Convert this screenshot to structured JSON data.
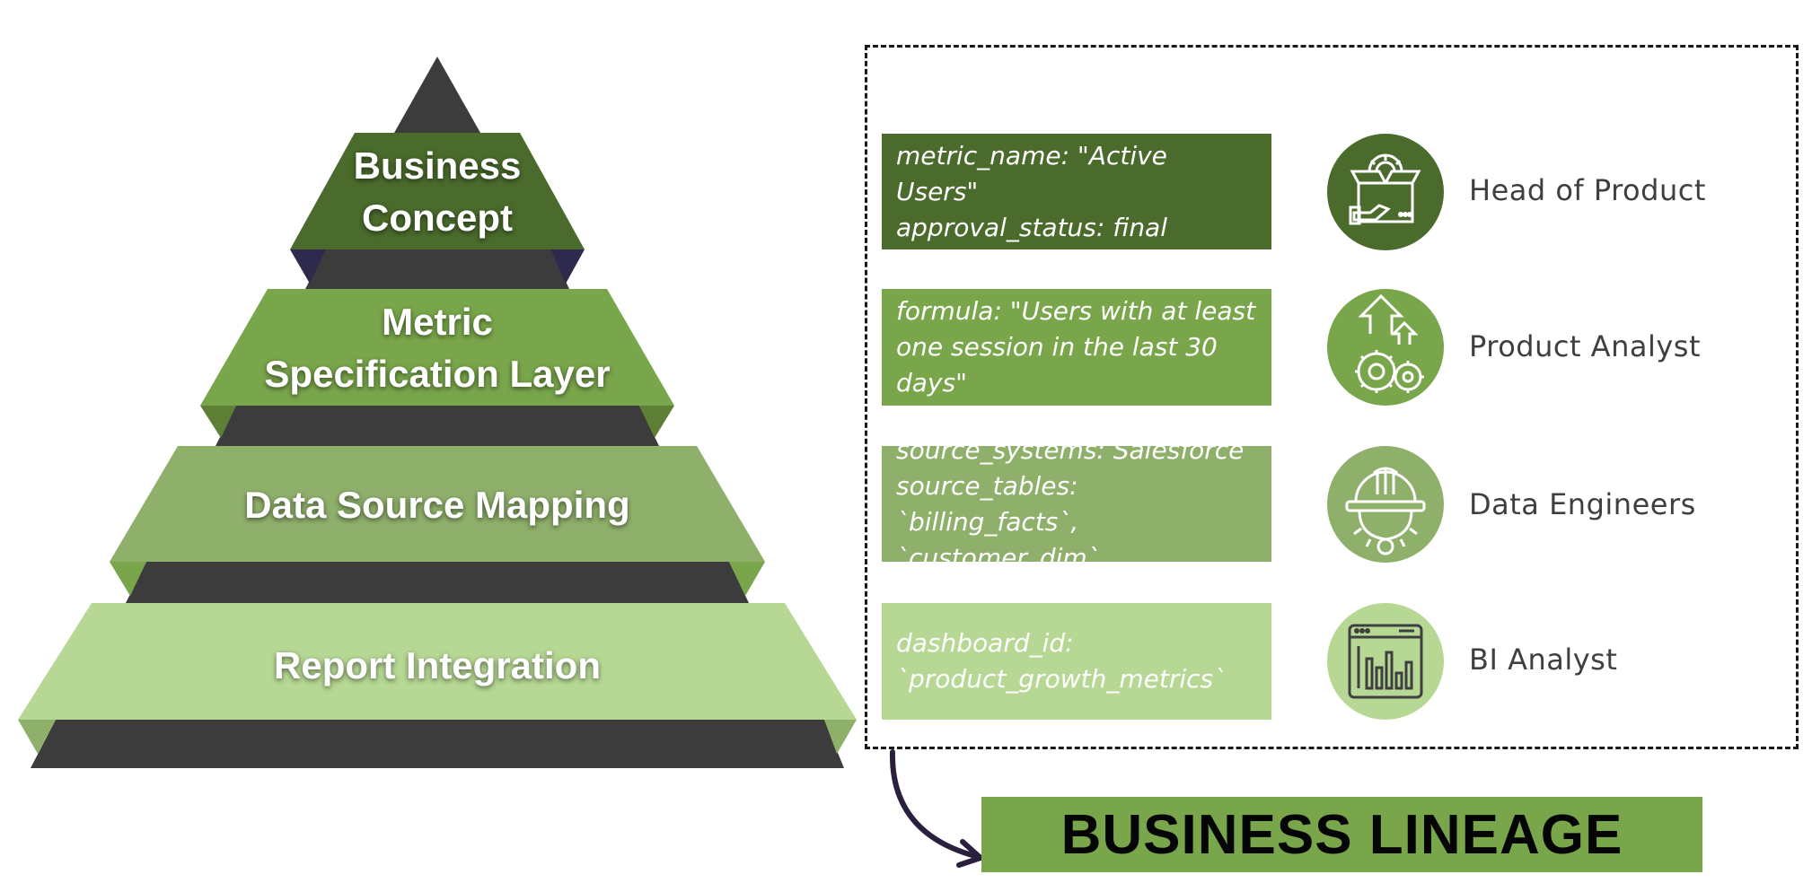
{
  "pyramid": {
    "layers": [
      {
        "label": "Business\nConcept",
        "color": "#4a6b2c"
      },
      {
        "label": "Metric\nSpecification Layer",
        "color": "#79a64b"
      },
      {
        "label": "Data Source Mapping",
        "color": "#8fb06b"
      },
      {
        "label": "Report Integration",
        "color": "#b6d894"
      }
    ],
    "apex_color": "#3c3c3c",
    "shadow_color": "#3c3c3c"
  },
  "lineage": {
    "rows": [
      {
        "spec": "metric_name: \"Active Users\"\n approval_status: final",
        "role": "Head of Product",
        "icon": "product-box-icon",
        "color": "#4a6b2c"
      },
      {
        "spec": "formula: \"Users with at least one session in the last 30 days\"",
        "role": "Product Analyst",
        "icon": "growth-gears-icon",
        "color": "#79a64b"
      },
      {
        "spec": "source_systems: Salesforce source_tables: `billing_facts`, `customer_dim`",
        "role": "Data Engineers",
        "icon": "engineer-helmet-icon",
        "color": "#8fb06b"
      },
      {
        "spec": "dashboard_id:\n`product_growth_metrics`",
        "role": "BI Analyst",
        "icon": "dashboard-chart-icon",
        "color": "#b6d894"
      }
    ],
    "title": "BUSINESS LINEAGE",
    "arrow_color": "#2a1f3d"
  }
}
